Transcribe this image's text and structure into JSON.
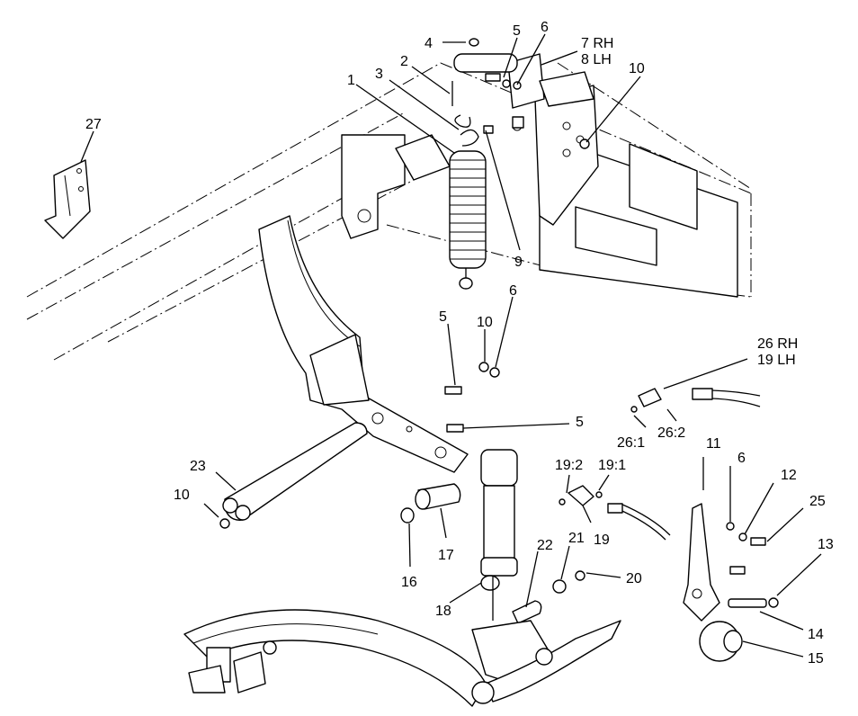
{
  "callouts": [
    {
      "id": "4",
      "text": "4"
    },
    {
      "id": "5a",
      "text": "5"
    },
    {
      "id": "6a",
      "text": "6"
    },
    {
      "id": "7rh",
      "text": "7 RH"
    },
    {
      "id": "8lh",
      "text": "8 LH"
    },
    {
      "id": "2",
      "text": "2"
    },
    {
      "id": "10a",
      "text": "10"
    },
    {
      "id": "1",
      "text": "1"
    },
    {
      "id": "3",
      "text": "3"
    },
    {
      "id": "27",
      "text": "27"
    },
    {
      "id": "9",
      "text": "9"
    },
    {
      "id": "5b",
      "text": "5"
    },
    {
      "id": "10b",
      "text": "10"
    },
    {
      "id": "6b",
      "text": "6"
    },
    {
      "id": "26rh",
      "text": "26 RH"
    },
    {
      "id": "19lh",
      "text": "19 LH"
    },
    {
      "id": "5c",
      "text": "5"
    },
    {
      "id": "26_1",
      "text": "26:1"
    },
    {
      "id": "26_2",
      "text": "26:2"
    },
    {
      "id": "11",
      "text": "11"
    },
    {
      "id": "23",
      "text": "23"
    },
    {
      "id": "19_2",
      "text": "19:2"
    },
    {
      "id": "19_1",
      "text": "19:1"
    },
    {
      "id": "6c",
      "text": "6"
    },
    {
      "id": "12",
      "text": "12"
    },
    {
      "id": "25",
      "text": "25"
    },
    {
      "id": "10c",
      "text": "10"
    },
    {
      "id": "13",
      "text": "13"
    },
    {
      "id": "19",
      "text": "19"
    },
    {
      "id": "17",
      "text": "17"
    },
    {
      "id": "22",
      "text": "22"
    },
    {
      "id": "21",
      "text": "21"
    },
    {
      "id": "20",
      "text": "20"
    },
    {
      "id": "16",
      "text": "16"
    },
    {
      "id": "18",
      "text": "18"
    },
    {
      "id": "14",
      "text": "14"
    },
    {
      "id": "15",
      "text": "15"
    }
  ]
}
